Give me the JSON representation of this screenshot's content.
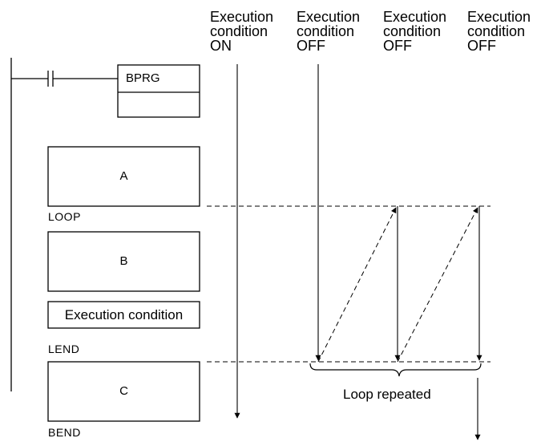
{
  "columns": [
    {
      "line1": "Execution",
      "line2": "condition",
      "line3": "ON"
    },
    {
      "line1": "Execution",
      "line2": "condition",
      "line3": "OFF"
    },
    {
      "line1": "Execution",
      "line2": "condition",
      "line3": "OFF"
    },
    {
      "line1": "Execution",
      "line2": "condition",
      "line3": "OFF"
    }
  ],
  "ladder": {
    "bprg": "BPRG",
    "box_a": "A",
    "box_b": "B",
    "box_c": "C",
    "condition_box": "Execution condition",
    "loop": "LOOP",
    "lend": "LEND",
    "bend": "BEND"
  },
  "brace_label": "Loop repeated"
}
